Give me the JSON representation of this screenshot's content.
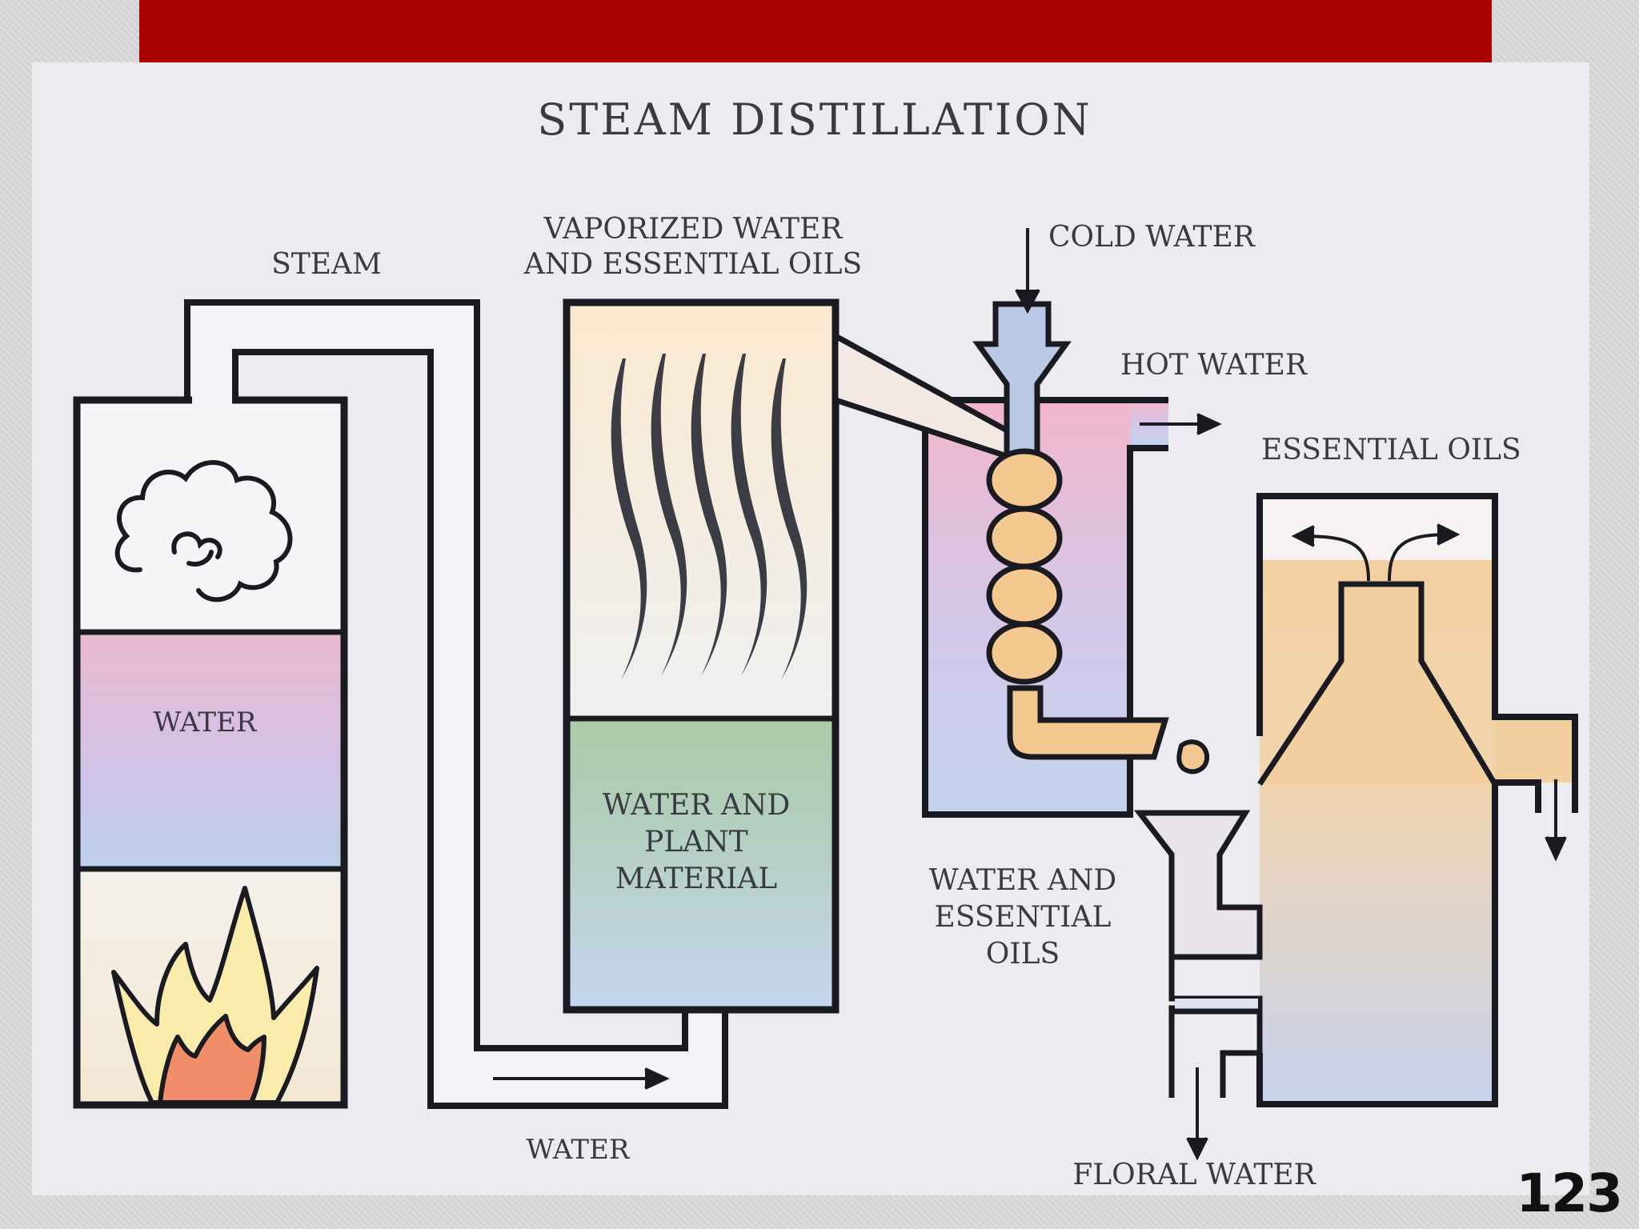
{
  "title": "STEAM DISTILLATION",
  "labels": {
    "steam": "STEAM",
    "vaporized_line1": "VAPORIZED WATER",
    "vaporized_line2": "AND ESSENTIAL OILS",
    "cold_water": "COLD WATER",
    "hot_water": "HOT WATER",
    "essential_oils": "ESSENTIAL OILS",
    "water_boiler": "WATER",
    "plant_line1": "WATER AND",
    "plant_line2": "PLANT",
    "plant_line3": "MATERIAL",
    "water_oils_line1": "WATER AND",
    "water_oils_line2": "ESSENTIAL",
    "water_oils_line3": "OILS",
    "water_pipe": "WATER",
    "floral_water": "FLORAL WATER"
  },
  "slide_number": "123",
  "colors": {
    "banner": "#aa0000",
    "outline": "#1a1a22",
    "coil": "#f3c98f",
    "oil": "#f2cf9e",
    "plant_green": "#a9cba4",
    "cold_blue": "#b9c9e6"
  },
  "icons": [
    "steam-cloud-icon",
    "flame-icon",
    "arrow-icon",
    "droplet-icon"
  ]
}
